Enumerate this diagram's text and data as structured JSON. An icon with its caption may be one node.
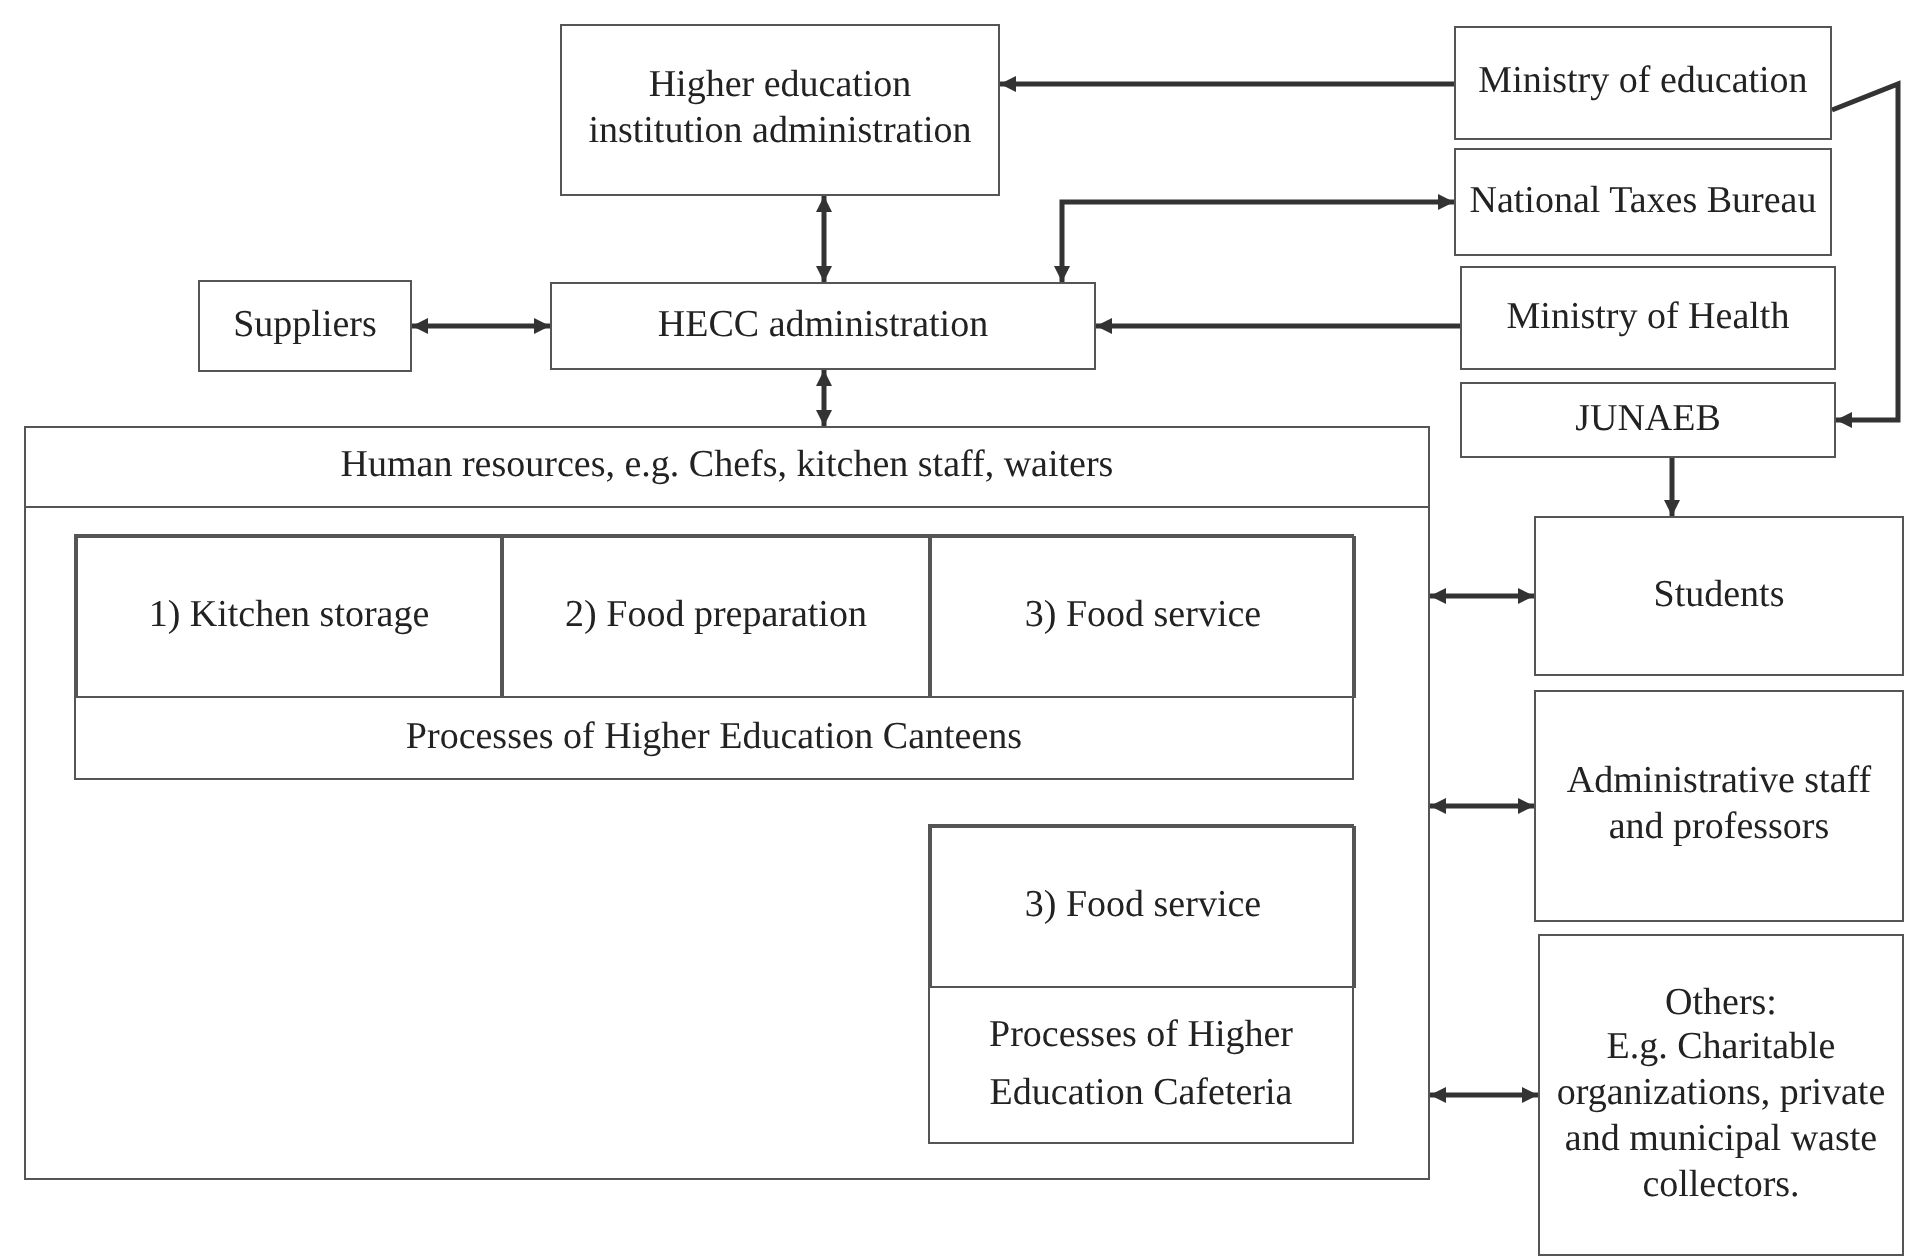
{
  "diagram": {
    "nodes": [
      {
        "text": [
          "Higher education institution administration"
        ]
      },
      {
        "text": [
          "Ministry of education"
        ]
      },
      {
        "text": [
          "National Taxes Bureau"
        ]
      },
      {
        "text": [
          "Ministry of Health"
        ]
      },
      {
        "text": [
          "JUNAEB"
        ]
      },
      {
        "text": [
          "Suppliers"
        ]
      },
      {
        "text": [
          "HECC administration"
        ]
      },
      {
        "text": [
          "Human resources, e.g. Chefs, kitchen staff, waiters"
        ]
      },
      {
        "text": [
          "Processes of Higher Education Canteens"
        ],
        "in": 7
      },
      {
        "text": [
          "1) Kitchen storage"
        ],
        "in": 8
      },
      {
        "text": [
          "2) Food preparation"
        ],
        "in": 8
      },
      {
        "text": [
          "3) Food service"
        ],
        "in": 8
      },
      {
        "text": [
          "Processes of Higher Education Cafeteria"
        ],
        "in": 7
      },
      {
        "text": [
          "3) Food service"
        ],
        "in": 12
      },
      {
        "text": [
          "Students"
        ]
      },
      {
        "text": [
          "Administrative staff and professors"
        ]
      },
      {
        "text": [
          "Others:",
          "E.g. Charitable organizations, private and municipal waste collectors."
        ]
      }
    ],
    "edges": [
      {
        "from": 1,
        "to": 0,
        "arrow": "to"
      },
      {
        "from": 6,
        "to": 2,
        "arrow": "both"
      },
      {
        "from": 3,
        "to": 6,
        "arrow": "to"
      },
      {
        "from": 1,
        "to": 4,
        "arrow": "to"
      },
      {
        "from": 0,
        "to": 6,
        "arrow": "both"
      },
      {
        "from": 5,
        "to": 6,
        "arrow": "both"
      },
      {
        "from": 6,
        "to": 7,
        "arrow": "both"
      },
      {
        "from": 4,
        "to": 14,
        "arrow": "to"
      },
      {
        "from": 7,
        "to": 14,
        "arrow": "both"
      },
      {
        "from": 7,
        "to": 15,
        "arrow": "both"
      },
      {
        "from": 7,
        "to": 16,
        "arrow": "both"
      }
    ]
  }
}
